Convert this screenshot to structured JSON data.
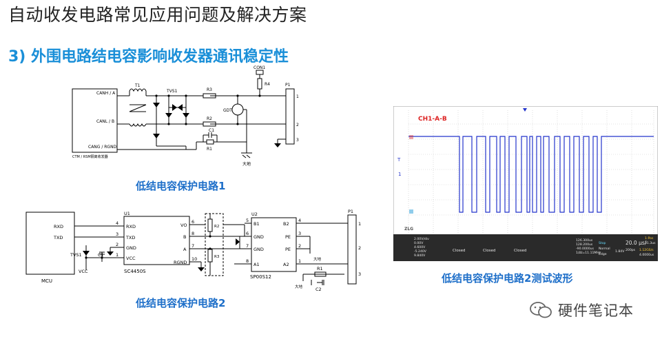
{
  "page": {
    "title": "自动收发电路常见应用问题及解决方案",
    "subtitle": "3) 外围电路结电容影响收发器通讯稳定性"
  },
  "colors": {
    "title": "#222222",
    "subtitle": "#1a8fd8",
    "caption": "#1e6fc9",
    "scope_trace": "#2233cc",
    "scope_ch1": "#dd2222"
  },
  "circuit1": {
    "caption": "低结电容保护电路1",
    "labels": {
      "canh": "CANH / A",
      "canl": "CANL / B",
      "cang": "CANG / RGND",
      "module": "CTM / RSM隔离收发器",
      "t1": "T1",
      "tvs1": "TVS1",
      "r3": "R3",
      "r2": "R2",
      "c1": "C1",
      "r1": "R1",
      "con1": "CON1",
      "r4": "R4",
      "gdt": "GDT",
      "p1": "P1",
      "pin1": "1",
      "pin2": "2",
      "pin3": "3",
      "earth": "大地"
    }
  },
  "circuit2": {
    "caption": "低结电容保护电路2",
    "labels": {
      "mcu": "MCU",
      "rxd": "RXD",
      "txd": "TXD",
      "tvs1": "TVS1",
      "c1": "C1",
      "vcc": "VCC",
      "u1": "U1",
      "u1_name": "SC4450S",
      "u1_left_pins": [
        "RXD",
        "TXD",
        "GND",
        "VCC"
      ],
      "u1_left_nums": [
        "4",
        "3",
        "2",
        "1"
      ],
      "u1_right_pins": [
        "VO",
        "B",
        "A",
        "RGND"
      ],
      "u1_right_nums": [
        "6",
        "8",
        "7",
        "10"
      ],
      "r2": "R2",
      "r3": "R3",
      "u2": "U2",
      "u2_name": "SP00S12",
      "u2_left_pins": [
        "B1",
        "GND",
        "GND",
        "A1"
      ],
      "u2_left_nums": [
        "5",
        "6",
        "7",
        "8"
      ],
      "u2_right_pins": [
        "B2",
        "PE",
        "PE",
        "A2"
      ],
      "u2_right_nums": [
        "4",
        "3",
        "2",
        "1"
      ],
      "p1": "P1",
      "pin1": "1",
      "pin2": "2",
      "pin3": "3",
      "r1": "R1",
      "c2": "C2",
      "earth": "大地",
      "earth2": "大地"
    }
  },
  "scope": {
    "caption": "低结电容保护电路2测试波形",
    "channel_label": "CH1-A-B",
    "markers": {
      "trigger": "T",
      "ch1": "1"
    },
    "footer": {
      "ch_scale": "2.00V/div",
      "ch_offset": "0.00V",
      "meas_a": "4.600V",
      "meas_b": "-5.240V",
      "meas_c": "9.840V",
      "ch2": "Closed",
      "ch3": "Closed",
      "ch4": "Closed",
      "time1": "126.300us",
      "time2": "128.200us",
      "time3": "-90.0000us",
      "time4": "1/Δt=11.11MHz",
      "status": "Stop",
      "mode1": "Normal",
      "mode2": "Edge",
      "trig_level": "1.84V",
      "timebase": "20.0 μs/",
      "sample": "200ps",
      "rate": "1.12GS/s",
      "ch_tag": "1-Pos",
      "ch_value": "31.3us",
      "mem": "4.0000us"
    },
    "logo": "ZLG"
  },
  "watermark": {
    "text": "硬件笔记本"
  }
}
